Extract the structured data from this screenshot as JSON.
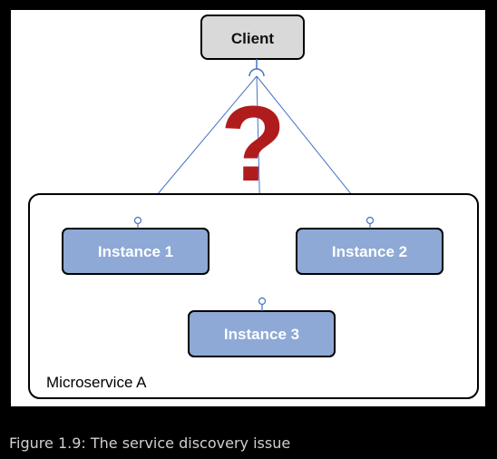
{
  "diagram": {
    "client": {
      "label": "Client"
    },
    "container": {
      "label": "Microservice A"
    },
    "instances": [
      {
        "label": "Instance 1"
      },
      {
        "label": "Instance 2"
      },
      {
        "label": "Instance 3"
      }
    ],
    "question_mark": "?"
  },
  "caption": "Figure 1.9: The service discovery issue",
  "colors": {
    "background": "#000000",
    "panel": "#ffffff",
    "client_fill": "#d9d9d9",
    "instance_fill": "#8ea9d6",
    "connector": "#4472c4",
    "question_mark": "#b01c1c"
  }
}
